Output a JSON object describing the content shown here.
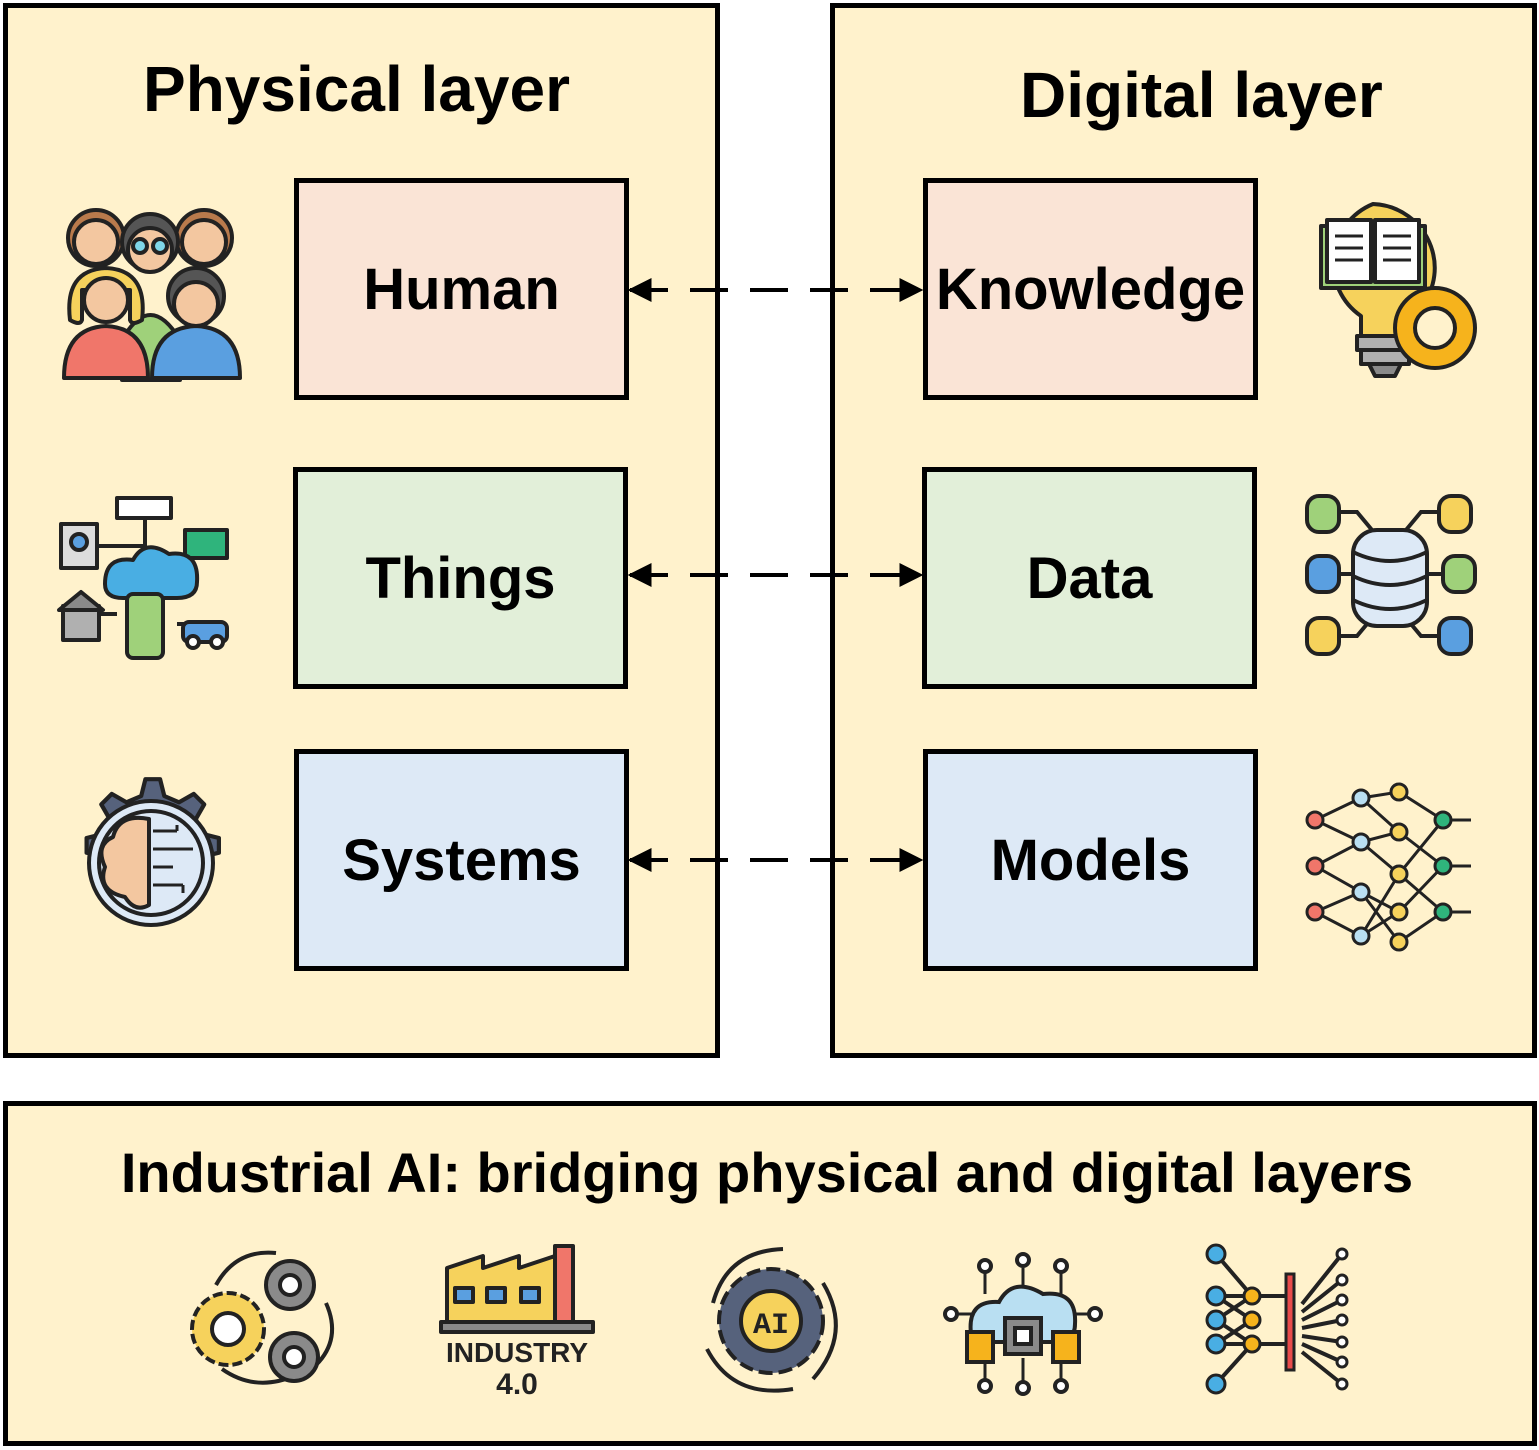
{
  "physical_layer": {
    "title": "Physical layer",
    "items": [
      {
        "label": "Human",
        "icon": "people-group-icon"
      },
      {
        "label": "Things",
        "icon": "iot-devices-icon"
      },
      {
        "label": "Systems",
        "icon": "brain-gear-icon"
      }
    ]
  },
  "digital_layer": {
    "title": "Digital layer",
    "items": [
      {
        "label": "Knowledge",
        "icon": "lightbulb-book-gear-icon"
      },
      {
        "label": "Data",
        "icon": "database-network-icon"
      },
      {
        "label": "Models",
        "icon": "neural-network-icon"
      }
    ]
  },
  "industrial_ai": {
    "title": "Industrial AI: bridging physical and digital layers",
    "icons": [
      "gears-cycle-icon",
      "industry-4-factory-icon",
      "ai-gear-cycle-icon",
      "cloud-chip-icon",
      "circuit-network-icon"
    ],
    "factory_text_line1": "INDUSTRY",
    "factory_text_line2": "4.0",
    "ai_text": "AI"
  },
  "colors": {
    "panel": "#fff2cc",
    "pink": "#fae4d6",
    "green": "#e2efd9",
    "blue": "#dde9f6"
  }
}
